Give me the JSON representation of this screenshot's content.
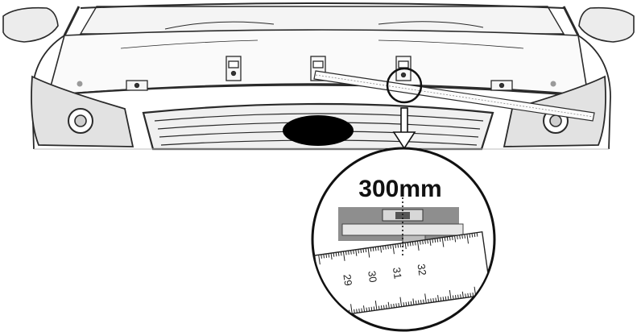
{
  "callout": {
    "measurement": "300mm"
  },
  "ruler": {
    "tick_labels": [
      "29",
      "30",
      "31",
      "32"
    ]
  },
  "colors": {
    "line": "#2a2a2a",
    "shade": "#9a9a9a",
    "fill": "#ffffff",
    "badge": "#000000"
  }
}
